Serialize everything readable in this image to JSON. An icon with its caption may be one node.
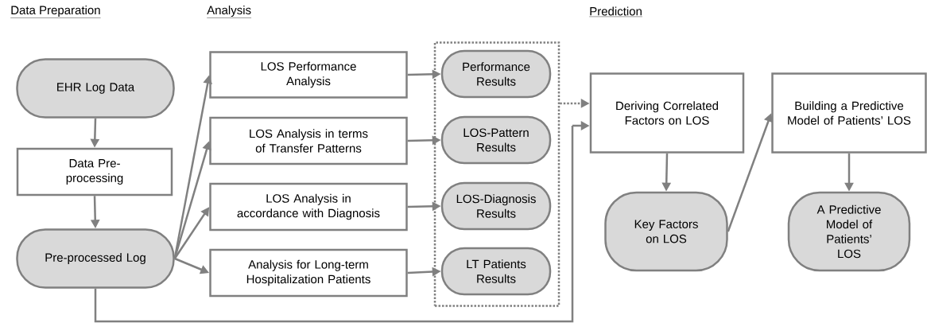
{
  "diagram": {
    "nodes": [
      {
        "text": [
          "EHR Log Data"
        ]
      },
      {
        "text": [
          "Data Pre-processing"
        ]
      },
      {
        "text": [
          "Pre-processed Log"
        ]
      },
      {
        "text": [
          "LOS Performance Analysis"
        ]
      },
      {
        "text": [
          "LOS Analysis in terms of Transfer Patterns"
        ]
      },
      {
        "text": [
          "LOS Analysis in accordance with Diagnosis"
        ]
      },
      {
        "text": [
          "Analysis for Long-term Hospitalization Patients"
        ]
      },
      {
        "text": [],
        "shape": "box"
      },
      {
        "text": [
          "Performance Results"
        ],
        "in": 7
      },
      {
        "text": [
          "LOS-Pattern Results"
        ],
        "in": 7
      },
      {
        "text": [
          "LOS-Diagnosis Results"
        ],
        "in": 7
      },
      {
        "text": [
          "LT Patients Results"
        ],
        "in": 7
      },
      {
        "text": [
          "Deriving Correlated Factors on LOS"
        ]
      },
      {
        "text": [
          "Key Factors on LOS"
        ]
      },
      {
        "text": [
          "Building a Predictive Model of Patients’ LOS"
        ]
      },
      {
        "text": [
          "A Predictive Model of Patients’ LOS"
        ]
      }
    ],
    "edges": [
      {
        "from": 0,
        "to": 1,
        "arrow": "to"
      },
      {
        "from": 1,
        "to": 2,
        "arrow": "to"
      },
      {
        "from": 2,
        "to": 3,
        "arrow": "to"
      },
      {
        "from": 2,
        "to": 4,
        "arrow": "to"
      },
      {
        "from": 2,
        "to": 5,
        "arrow": "to"
      },
      {
        "from": 2,
        "to": 6,
        "arrow": "to"
      },
      {
        "from": 3,
        "to": 8,
        "arrow": "to"
      },
      {
        "from": 4,
        "to": 9,
        "arrow": "to"
      },
      {
        "from": 5,
        "to": 10,
        "arrow": "to"
      },
      {
        "from": 6,
        "to": 11,
        "arrow": "to"
      },
      {
        "from": 7,
        "to": 12,
        "arrow": "to",
        "style": "dashed"
      },
      {
        "from": 2,
        "to": 12,
        "arrow": "to"
      },
      {
        "from": 12,
        "to": 13,
        "arrow": "to"
      },
      {
        "from": 13,
        "to": 14,
        "arrow": "to"
      },
      {
        "from": 14,
        "to": 15,
        "arrow": "to"
      }
    ],
    "labels": [
      "Data Preparation",
      "Analysis",
      "Prediction"
    ]
  }
}
